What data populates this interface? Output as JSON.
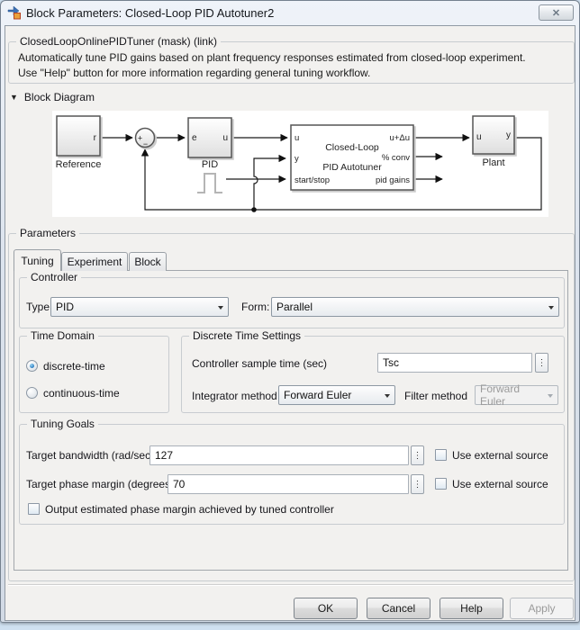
{
  "window": {
    "title": "Block Parameters: Closed-Loop PID Autotuner2"
  },
  "icons": {
    "close": "✕",
    "collapse_arrow": "▼",
    "spinner": "⋮"
  },
  "mask": {
    "title": "ClosedLoopOnlinePIDTuner (mask) (link)",
    "description_lines": [
      "Automatically tune PID gains based on plant frequency responses estimated from closed-loop experiment.",
      "Use \"Help\" button for more information regarding general tuning workflow."
    ]
  },
  "diagram": {
    "header": "Block Diagram",
    "reference": {
      "label": "Reference",
      "port_r": "r"
    },
    "sum": {
      "plus": "+",
      "minus": "−"
    },
    "pid": {
      "label": "PID",
      "port_e": "e",
      "port_u": "u"
    },
    "autotuner": {
      "line1": "Closed-Loop",
      "line2": "PID Autotuner",
      "in_u": "u",
      "in_y": "y",
      "in_startstop": "start/stop",
      "out_u_du": "u+Δu",
      "out_conv": "% conv",
      "out_gains": "pid gains"
    },
    "plant": {
      "label": "Plant",
      "port_u": "u",
      "port_y": "y"
    }
  },
  "parameters": {
    "legend": "Parameters",
    "tabs": [
      {
        "label": "Tuning",
        "active": true
      },
      {
        "label": "Experiment",
        "active": false
      },
      {
        "label": "Block",
        "active": false
      }
    ],
    "controller": {
      "legend": "Controller",
      "type_label": "Type:",
      "type_value": "PID",
      "form_label": "Form:",
      "form_value": "Parallel"
    },
    "time_domain": {
      "legend": "Time Domain",
      "option1": "discrete-time",
      "option2": "continuous-time",
      "selected": "discrete-time"
    },
    "discrete_settings": {
      "legend": "Discrete Time Settings",
      "sample_time_label": "Controller sample time (sec)",
      "sample_time_value": "Tsc",
      "integrator_label": "Integrator method",
      "integrator_value": "Forward Euler",
      "filter_label": "Filter method",
      "filter_value": "Forward Euler",
      "filter_enabled": false
    },
    "tuning_goals": {
      "legend": "Tuning Goals",
      "bandwidth_label": "Target bandwidth (rad/sec)",
      "bandwidth_value": "127",
      "bandwidth_external_label": "Use external source",
      "phase_label": "Target phase margin (degrees)",
      "phase_value": "70",
      "phase_external_label": "Use external source",
      "output_phase_label": "Output estimated phase margin achieved by tuned controller"
    }
  },
  "action_buttons": {
    "ok": "OK",
    "cancel": "Cancel",
    "help": "Help",
    "apply": "Apply",
    "apply_enabled": false
  },
  "colors": {
    "dialog_bg": "#f2f1ef",
    "canvas_bg": "#ffffff",
    "frame_strip_bottom": "#cfe0f0",
    "radio_selected": "#2d7fc1",
    "titlebar_gradient_top": "#eff3f9"
  }
}
